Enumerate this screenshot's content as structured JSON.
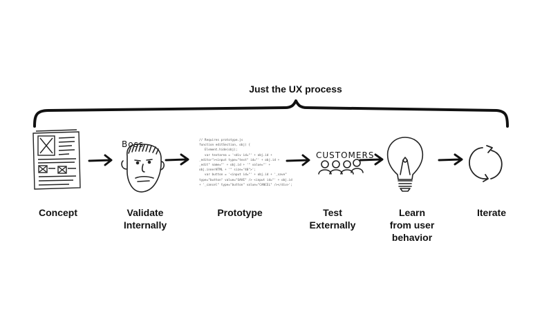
{
  "title": "Just the UX process",
  "steps": [
    {
      "label": "Concept",
      "icon": "wireframe-sketch-icon"
    },
    {
      "label": "Validate\nInternally",
      "icon": "boss-face-icon"
    },
    {
      "label": "Prototype",
      "icon": "code-snippet-icon"
    },
    {
      "label": "Test\nExternally",
      "icon": "customers-icon"
    },
    {
      "label": "Learn\nfrom user\nbehavior",
      "icon": "lightbulb-icon"
    },
    {
      "label": "Iterate",
      "icon": "cycle-arrows-icon"
    }
  ],
  "sketch_text": {
    "boss": "Boss",
    "customers": "CUSTOMERS"
  },
  "code_lines": [
    "// Requires prototype.js",
    "function editSection, obj) {",
    "   Element.hide(obj);",
    "   var textarea = '<div id=\"' + obj.id +",
    "_editor\"><input type=\"text\" id=\"' + obj.id +",
    "_edit\" name=\"' + obj.id + '\" value=\"' +",
    "obj.innerHTML + '\" size=\"40\">';",
    "   var button = '<input id=\"' + obj.id + '_save\"",
    "type=\"button\" value=\"SAVE\" /> <input id=\"' + obj.id",
    "+ '_cancel\" type=\"button\" value=\"CANCEL\" /></div>';"
  ]
}
